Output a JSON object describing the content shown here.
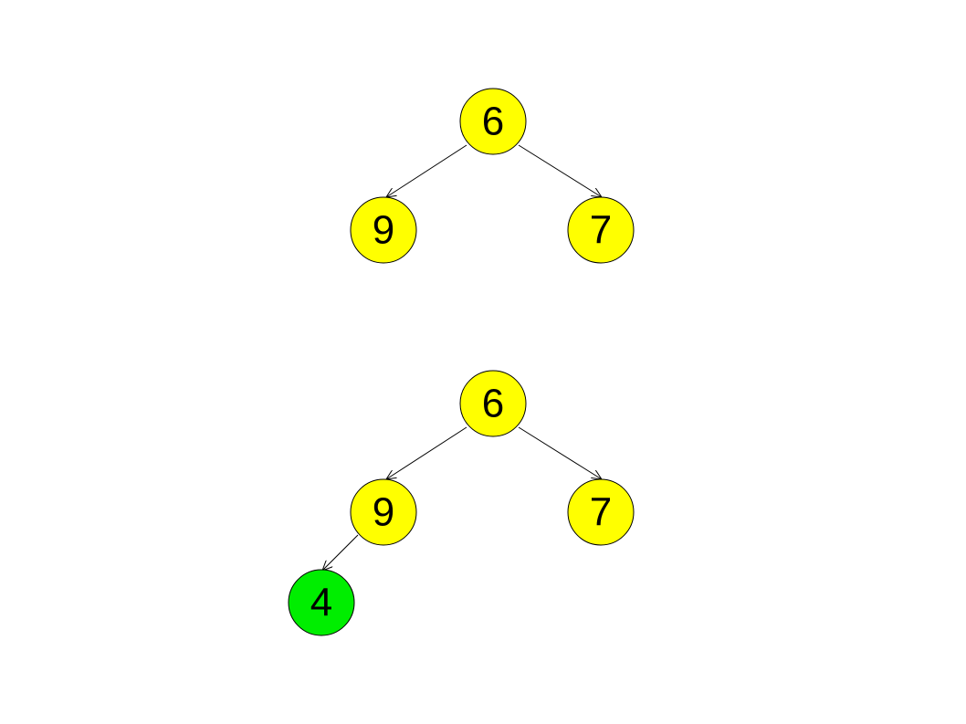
{
  "colors": {
    "node_default": "#ffff00",
    "node_new": "#00ee00",
    "stroke": "#000000",
    "background": "#ffffff"
  },
  "trees": [
    {
      "nodes": [
        {
          "id": "a6",
          "label": "6",
          "state": "default"
        },
        {
          "id": "a9",
          "label": "9",
          "state": "default"
        },
        {
          "id": "a7",
          "label": "7",
          "state": "default"
        }
      ],
      "edges": [
        {
          "from": "a6",
          "to": "a9"
        },
        {
          "from": "a6",
          "to": "a7"
        }
      ]
    },
    {
      "nodes": [
        {
          "id": "b6",
          "label": "6",
          "state": "default"
        },
        {
          "id": "b9",
          "label": "9",
          "state": "default"
        },
        {
          "id": "b7",
          "label": "7",
          "state": "default"
        },
        {
          "id": "b4",
          "label": "4",
          "state": "new"
        }
      ],
      "edges": [
        {
          "from": "b6",
          "to": "b9"
        },
        {
          "from": "b6",
          "to": "b7"
        },
        {
          "from": "b9",
          "to": "b4"
        }
      ]
    }
  ]
}
